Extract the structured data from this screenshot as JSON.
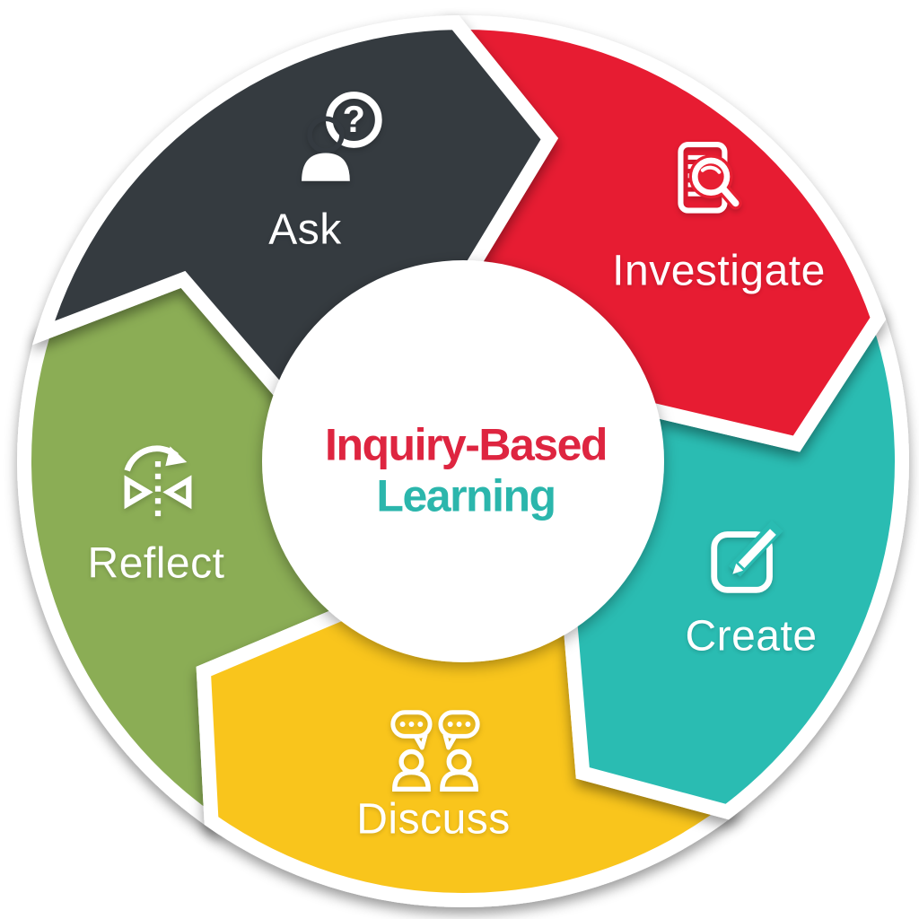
{
  "diagram": {
    "name": "Inquiry-Based Learning cycle",
    "type": "cycle",
    "direction": "clockwise",
    "background_color": "#FFFFFF"
  },
  "title": {
    "line1": "Inquiry-Based",
    "line2": "Learning",
    "line1_color": "#DE2540",
    "line2_color": "#2BB6AC"
  },
  "segments": [
    {
      "label": "Ask",
      "color": "#343A40",
      "icon": "person-question-icon",
      "icon_glyph": "?"
    },
    {
      "label": "Investigate",
      "color": "#E71F32",
      "icon": "document-magnifier-icon"
    },
    {
      "label": "Create",
      "color": "#29BCB2",
      "icon": "pencil-edit-icon"
    },
    {
      "label": "Discuss",
      "color": "#F9C51F",
      "icon": "people-speech-bubbles-icon"
    },
    {
      "label": "Reflect",
      "color": "#8BAD55",
      "icon": "reflect-flip-arrows-icon"
    }
  ]
}
